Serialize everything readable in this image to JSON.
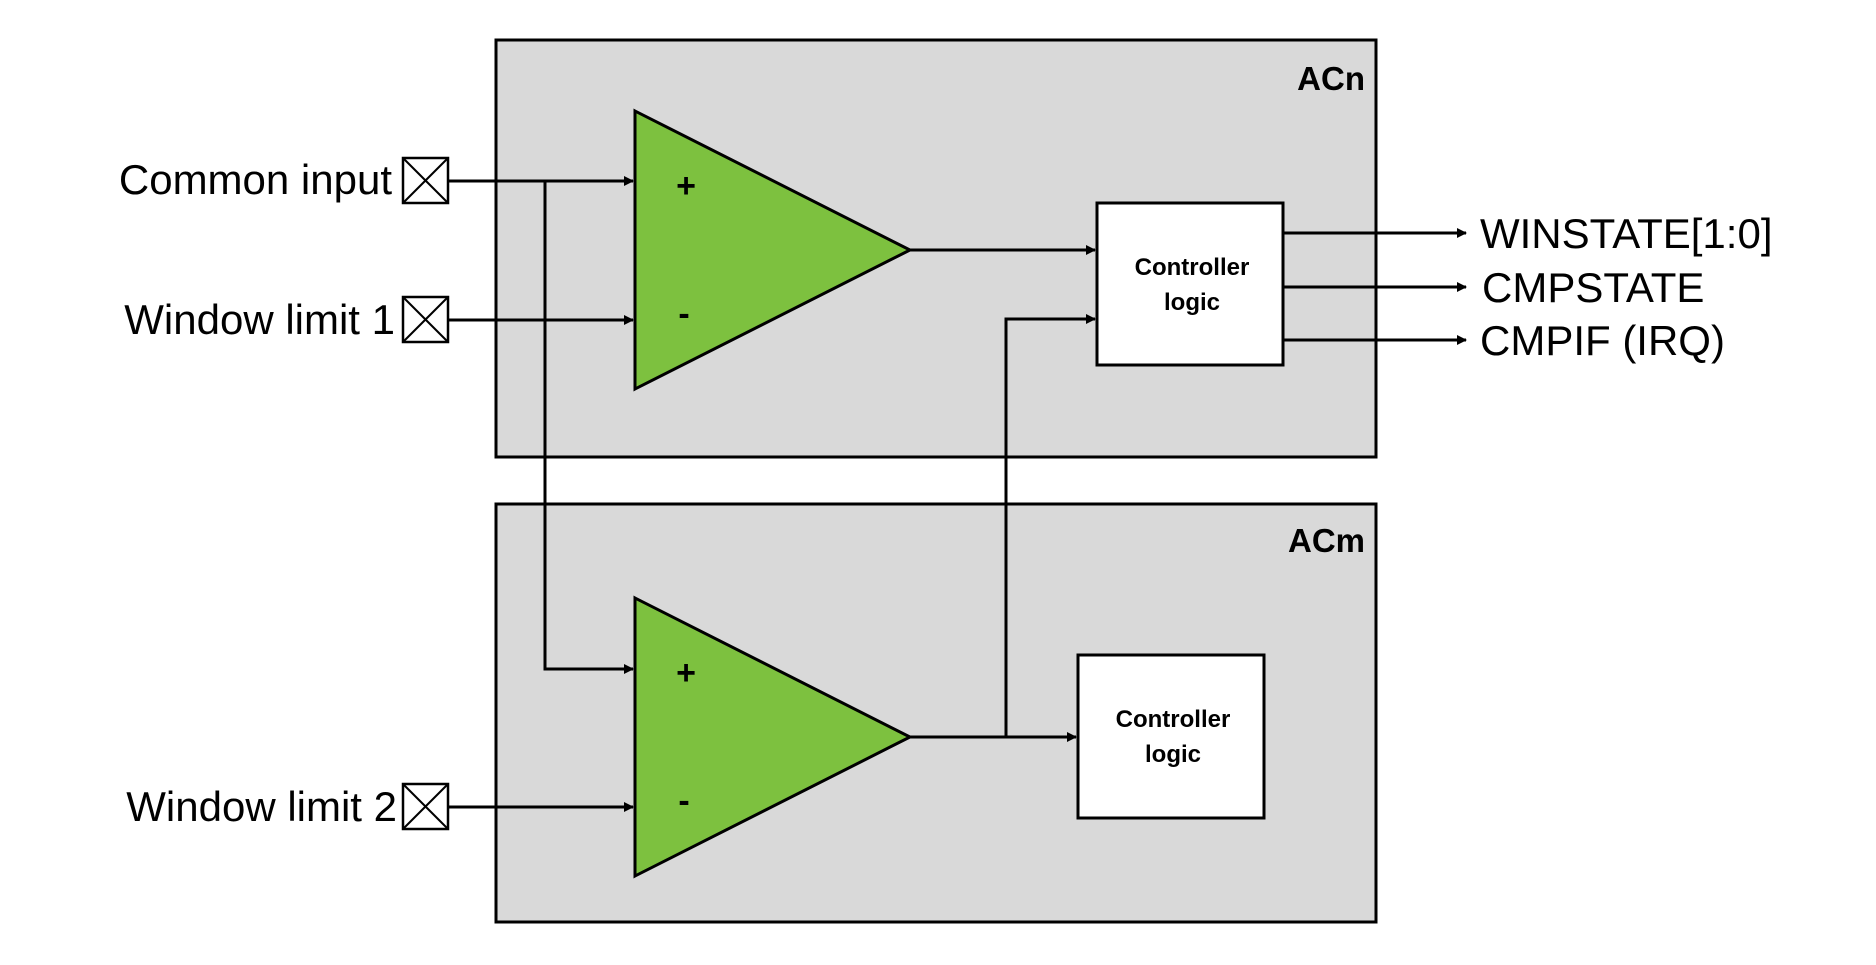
{
  "blocks": {
    "acn": {
      "label": "ACn",
      "controller": {
        "line1": "Controller",
        "line2": "logic"
      }
    },
    "acm": {
      "label": "ACm",
      "controller": {
        "line1": "Controller",
        "line2": "logic"
      }
    }
  },
  "inputs": {
    "common": "Common input",
    "window_limit_1": "Window limit 1",
    "window_limit_2": "Window limit 2"
  },
  "outputs": {
    "winstate": "WINSTATE[1:0]",
    "cmpstate": "CMPSTATE",
    "cmpif": "CMPIF (IRQ)"
  },
  "comparator_signs": {
    "plus": "+",
    "minus": "-"
  },
  "colors": {
    "block_fill": "#d9d9d9",
    "comparator_fill": "#7dc13f",
    "controller_fill": "#ffffff",
    "line": "#000000"
  }
}
